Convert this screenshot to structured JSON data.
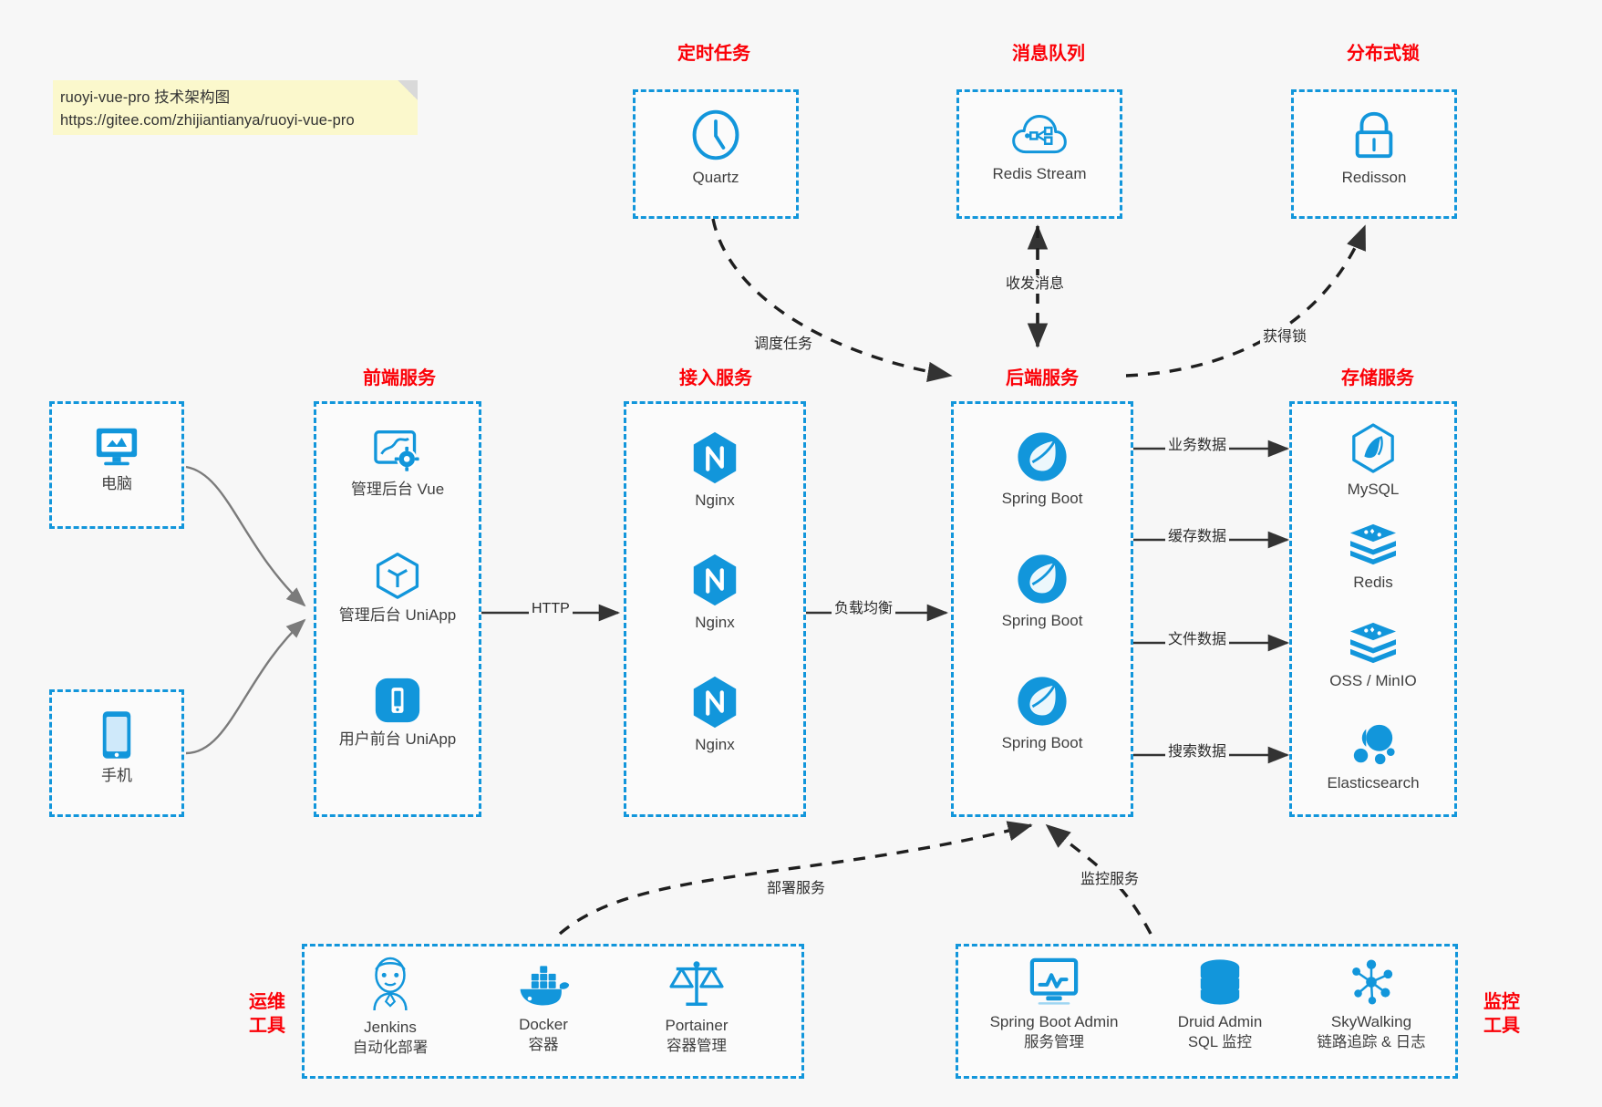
{
  "note": {
    "line1": "ruoyi-vue-pro 技术架构图",
    "line2": "https://gitee.com/zhijiantianya/ruoyi-vue-pro"
  },
  "colors": {
    "accent_blue": "#1296db",
    "title_red": "#fb0007",
    "text_gray": "#3f3f3f",
    "note_yellow": "#fbf8cc",
    "background": "#f7f7f7"
  },
  "groups": {
    "scheduler": {
      "title": "定时任务",
      "nodes": [
        {
          "label": "Quartz",
          "icon": "clock-icon"
        }
      ]
    },
    "mq": {
      "title": "消息队列",
      "nodes": [
        {
          "label": "Redis Stream",
          "icon": "cloud-stream-icon"
        }
      ]
    },
    "lock": {
      "title": "分布式锁",
      "nodes": [
        {
          "label": "Redisson",
          "icon": "lock-icon"
        }
      ]
    },
    "clients": {
      "nodes": [
        {
          "label": "电脑",
          "icon": "desktop-icon"
        },
        {
          "label": "手机",
          "icon": "mobile-icon"
        }
      ]
    },
    "frontend": {
      "title": "前端服务",
      "nodes": [
        {
          "label": "管理后台 Vue",
          "icon": "dashboard-gear-icon"
        },
        {
          "label": "管理后台 UniApp",
          "icon": "cube-icon"
        },
        {
          "label": "用户前台 UniApp",
          "icon": "phone-app-icon"
        }
      ]
    },
    "gateway": {
      "title": "接入服务",
      "nodes": [
        {
          "label": "Nginx",
          "icon": "nginx-icon"
        },
        {
          "label": "Nginx",
          "icon": "nginx-icon"
        },
        {
          "label": "Nginx",
          "icon": "nginx-icon"
        }
      ]
    },
    "backend": {
      "title": "后端服务",
      "nodes": [
        {
          "label": "Spring Boot",
          "icon": "spring-leaf-icon"
        },
        {
          "label": "Spring Boot",
          "icon": "spring-leaf-icon"
        },
        {
          "label": "Spring Boot",
          "icon": "spring-leaf-icon"
        }
      ]
    },
    "storage": {
      "title": "存储服务",
      "nodes": [
        {
          "label": "MySQL",
          "icon": "mysql-dolphin-icon"
        },
        {
          "label": "Redis",
          "icon": "redis-stack-icon"
        },
        {
          "label": "OSS / MinIO",
          "icon": "redis-stack-icon"
        },
        {
          "label": "Elasticsearch",
          "icon": "elasticsearch-icon"
        }
      ]
    },
    "devops": {
      "title_line1": "运维",
      "title_line2": "工具",
      "nodes": [
        {
          "label": "Jenkins",
          "sub": "自动化部署",
          "icon": "jenkins-butler-icon"
        },
        {
          "label": "Docker",
          "sub": "容器",
          "icon": "docker-whale-icon"
        },
        {
          "label": "Portainer",
          "sub": "容器管理",
          "icon": "scales-icon"
        }
      ]
    },
    "monitor": {
      "title_line1": "监控",
      "title_line2": "工具",
      "nodes": [
        {
          "label": "Spring Boot Admin",
          "sub": "服务管理",
          "icon": "monitor-chart-icon"
        },
        {
          "label": "Druid Admin",
          "sub": "SQL 监控",
          "icon": "database-icon"
        },
        {
          "label": "SkyWalking",
          "sub": "链路追踪 & 日志",
          "icon": "network-nodes-icon"
        }
      ]
    }
  },
  "edges": {
    "http": "HTTP",
    "load_balance": "负载均衡",
    "schedule_task": "调度任务",
    "send_receive_message": "收发消息",
    "acquire_lock": "获得锁",
    "business_data": "业务数据",
    "cache_data": "缓存数据",
    "file_data": "文件数据",
    "search_data": "搜索数据",
    "deploy_service": "部署服务",
    "monitor_service": "监控服务"
  }
}
